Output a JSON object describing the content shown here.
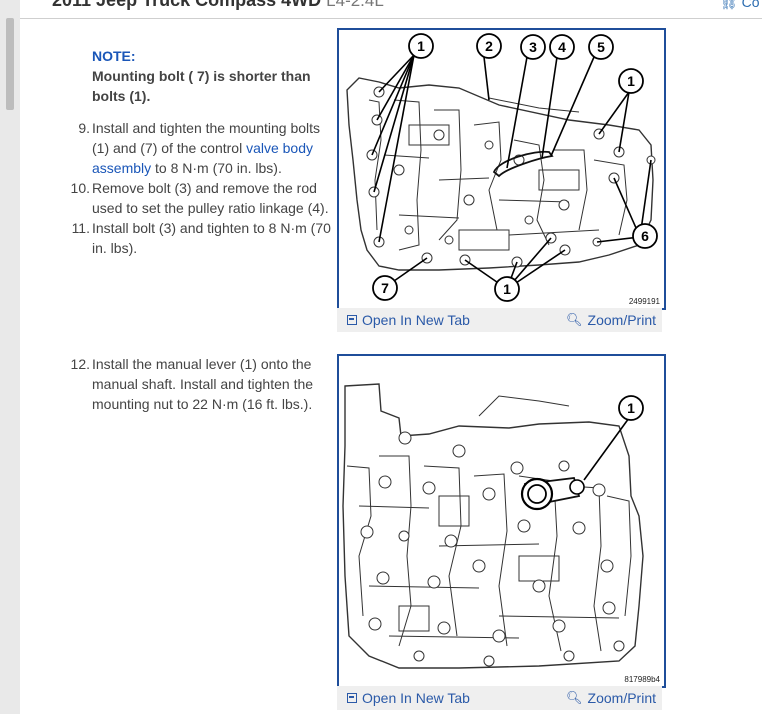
{
  "header": {
    "title": "2011 Jeep Truck Compass 4WD",
    "engine": "L4-2.4L",
    "icon": "link-icon",
    "icon_text": "Co"
  },
  "note": {
    "label": "NOTE:",
    "body": "Mounting bolt ( 7) is shorter than bolts (1)."
  },
  "steps_a": [
    {
      "num": "9.",
      "pre": "Install and tighten the mounting bolts (1) and (7) of the control ",
      "link": "valve body assembly",
      "post": " to 8 N·m (70 in. lbs)."
    },
    {
      "num": "10.",
      "text": "Remove bolt (3) and remove the rod used to set the pulley ratio linkage (4)."
    },
    {
      "num": "11.",
      "text": "Install bolt (3) and tighten to 8 N·m (70 in. lbs)."
    }
  ],
  "steps_b": [
    {
      "num": "12.",
      "text": "Install the manual lever (1) onto the manual shaft. Install and tighten the mounting nut to 22 N·m (16 ft. lbs.)."
    }
  ],
  "figures": [
    {
      "id": "2499191",
      "open_tab_label": "Open In New Tab",
      "zoom_label": "Zoom/Print",
      "callouts": [
        "1",
        "2",
        "3",
        "4",
        "5",
        "1",
        "6",
        "7",
        "1"
      ]
    },
    {
      "id": "817989b4",
      "open_tab_label": "Open In New Tab",
      "zoom_label": "Zoom/Print",
      "callouts": [
        "1"
      ]
    }
  ]
}
